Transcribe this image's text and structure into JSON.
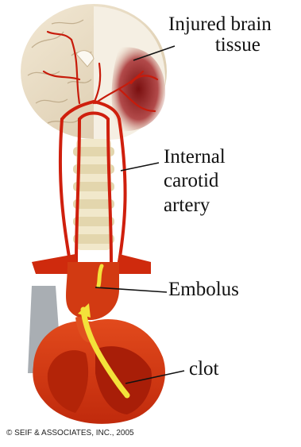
{
  "labels": {
    "injured_line1": "Injured brain",
    "injured_line2": "tissue",
    "carotid_line1": "Internal",
    "carotid_line2": "carotid",
    "carotid_line3": "artery",
    "embolus": "Embolus",
    "clot": "clot"
  },
  "copyright": "© SEIF & ASSOCIATES, INC., 2005",
  "colors": {
    "brain": "#e9dcc6",
    "brain_dark": "#cdb898",
    "artery": "#d21f0e",
    "heart": "#d93a12",
    "heart_dark": "#a81e08",
    "injury": "#8e1a1a",
    "spine": "#efe6c8",
    "embolus": "#f3e23a",
    "grey_vessel": "#9aa0a6"
  }
}
